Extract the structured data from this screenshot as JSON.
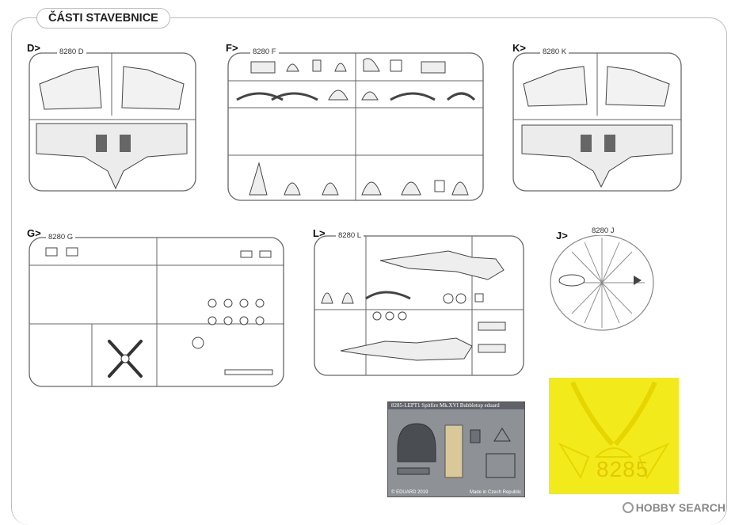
{
  "title": "ČÁSTI STAVEBNICE",
  "sprues": [
    {
      "letter": "D>",
      "code": "8280 D"
    },
    {
      "letter": "F>",
      "code": "8280 F"
    },
    {
      "letter": "K>",
      "code": "8280 K"
    },
    {
      "letter": "G>",
      "code": "8280 G"
    },
    {
      "letter": "L>",
      "code": "8280 L"
    },
    {
      "letter": "J>",
      "code": "8280 J"
    }
  ],
  "photo_etch": {
    "header": "8285-LEPT1   Spitfire Mk.XVI Bubbletop   eduard",
    "copyright": "© EDUARD 2019",
    "made_in": "Made in Czech Republic"
  },
  "mask": {
    "number": "8285"
  },
  "watermark": "HOBBY SEARCH",
  "colors": {
    "mask_yellow": "#f3ea1c",
    "pe_grey": "#8e9196",
    "frame": "#bdbdbd"
  }
}
